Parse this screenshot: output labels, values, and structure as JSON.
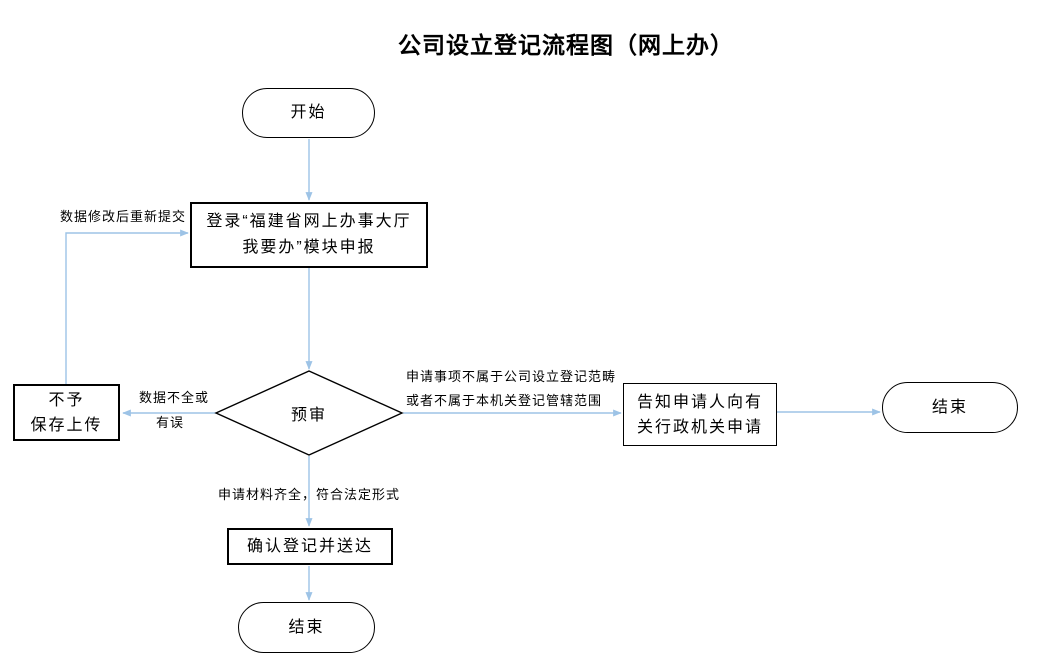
{
  "title": "公司设立登记流程图（网上办）",
  "colors": {
    "arrow": "#9dc3e6",
    "shape_border": "#000000",
    "background": "#ffffff"
  },
  "nodes": {
    "start": {
      "type": "terminator",
      "label": "开始"
    },
    "login": {
      "type": "process",
      "line1": "登录“福建省网上办事大厅",
      "line2": "我要办”模块申报"
    },
    "review": {
      "type": "decision",
      "label": "预审"
    },
    "no_save": {
      "type": "process",
      "line1": "不予",
      "line2": "保存上传"
    },
    "notify": {
      "type": "process",
      "line1": "告知申请人向有",
      "line2": "关行政机关申请"
    },
    "end_right": {
      "type": "terminator",
      "label": "结束"
    },
    "confirm": {
      "type": "process",
      "label": "确认登记并送达"
    },
    "end_bottom": {
      "type": "terminator",
      "label": "结束"
    }
  },
  "edge_labels": {
    "resubmit": "数据修改后重新提交",
    "incomplete_line1": "数据不全或",
    "incomplete_line2": "有误",
    "out_of_scope_line1": "申请事项不属于公司设立登记范畴",
    "out_of_scope_line2": "或者不属于本机关登记管辖范围",
    "complete": "申请材料齐全，符合法定形式"
  }
}
